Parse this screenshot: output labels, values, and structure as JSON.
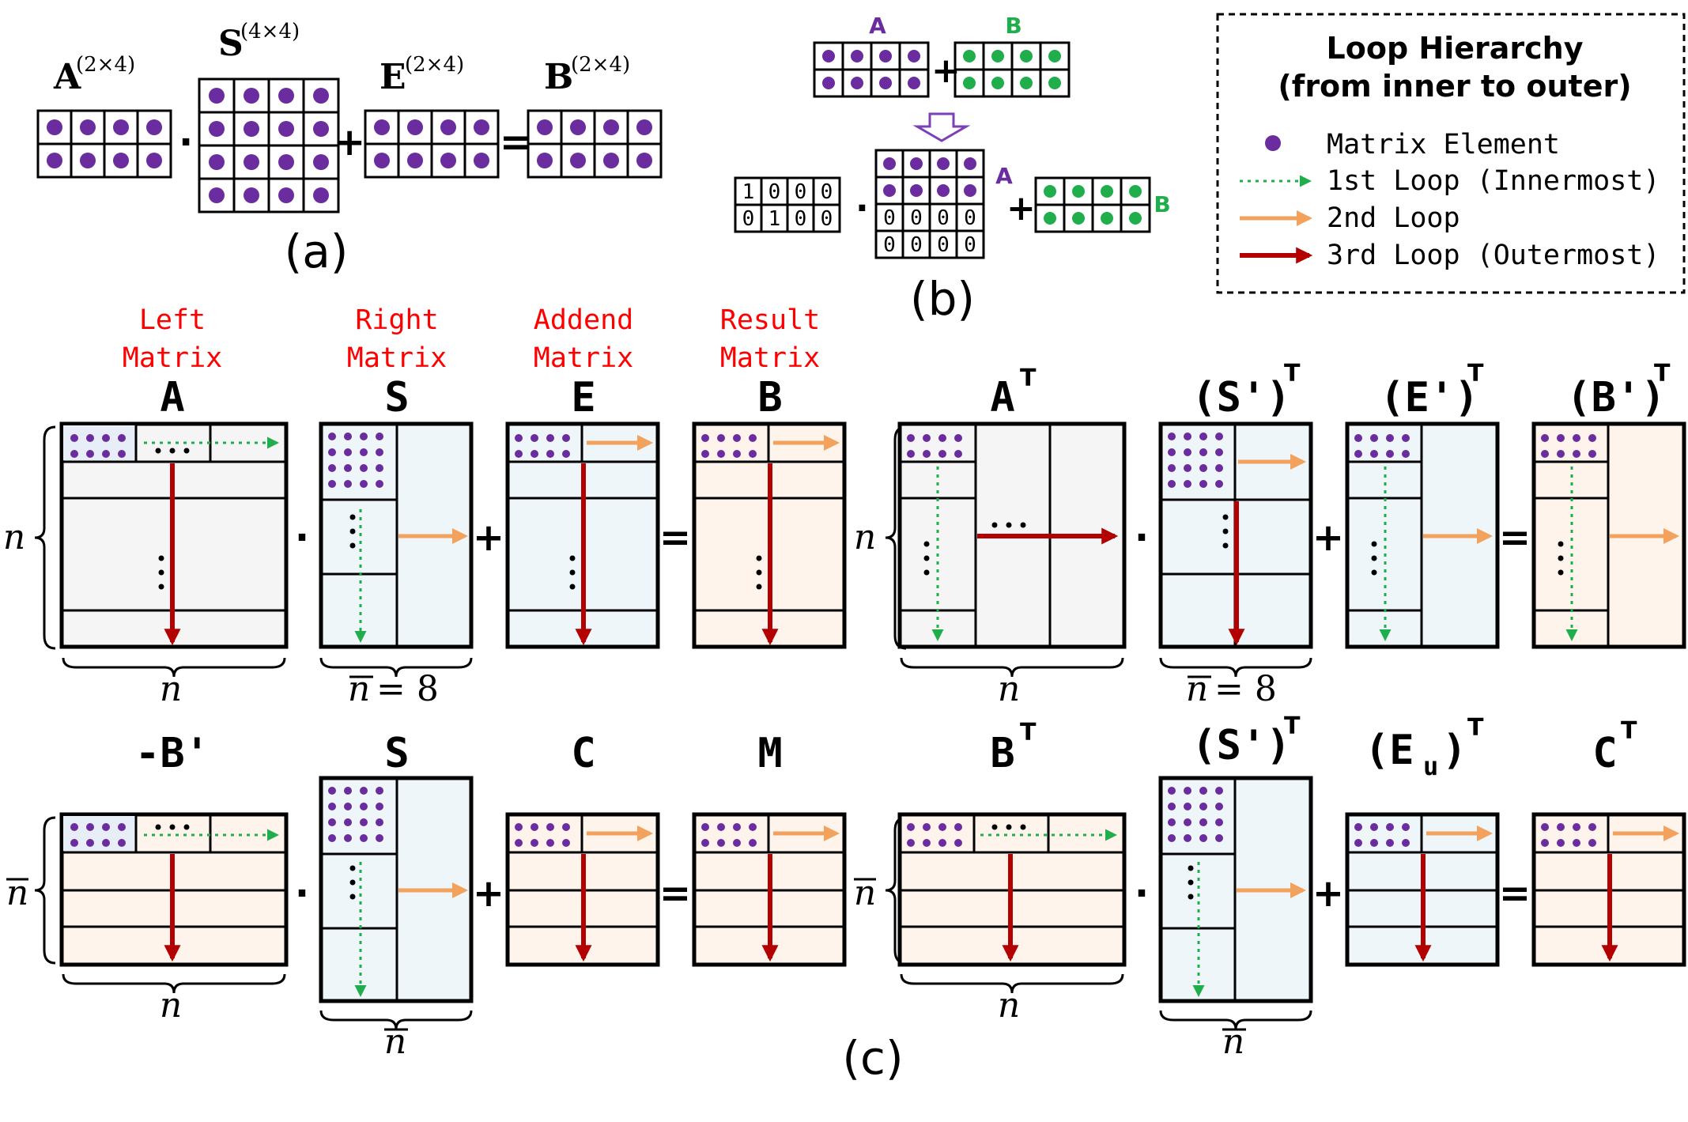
{
  "panel_a": {
    "label": "(a)",
    "A": "A",
    "A_dim": "(2×4)",
    "S": "S",
    "S_dim": "(4×4)",
    "E": "E",
    "E_dim": "(2×4)",
    "B": "B",
    "B_dim": "(2×4)",
    "dot": "·",
    "plus": "+",
    "equals": "="
  },
  "panel_b": {
    "label": "(b)",
    "A": "A",
    "B": "B",
    "selector_rows": [
      [
        "1",
        "0",
        "0",
        "0"
      ],
      [
        "0",
        "1",
        "0",
        "0"
      ]
    ],
    "zero_rows": [
      [
        "0",
        "0",
        "0",
        "0"
      ],
      [
        "0",
        "0",
        "0",
        "0"
      ]
    ],
    "plus": "+",
    "dot": "·"
  },
  "legend": {
    "title_line1": "Loop Hierarchy",
    "title_line2": "(from inner to outer)",
    "items": [
      {
        "label": "Matrix Element",
        "kind": "dot",
        "color": "#6a2c9e"
      },
      {
        "label": "1st Loop (Innermost)",
        "kind": "dotted-arrow",
        "color": "#1fae4b"
      },
      {
        "label": "2nd Loop",
        "kind": "arrow",
        "color": "#f2a25c"
      },
      {
        "label": "3rd Loop (Outermost)",
        "kind": "arrow",
        "color": "#b30000"
      }
    ]
  },
  "panel_c": {
    "label": "(c)",
    "roles": {
      "left": "Left\nMatrix",
      "right": "Right\nMatrix",
      "addend": "Addend\nMatrix",
      "result": "Result\nMatrix"
    },
    "row1_left": {
      "A": "A",
      "S": "S",
      "E": "E",
      "B": "B"
    },
    "row1_right": {
      "AT": "A",
      "ST": "(S')",
      "ET": "(E')",
      "BT": "(B')",
      "T": "T"
    },
    "row2_left": {
      "negB": "-B'",
      "S": "S",
      "C": "C",
      "M": "M"
    },
    "row2_right": {
      "BT": "B",
      "ST": "(S')",
      "EuT": "(E",
      "EuSub": "u",
      "EuClose": ")",
      "CT": "C",
      "T": "T"
    },
    "dims": {
      "n": "n",
      "nbar": "n",
      "nbar8": "= 8"
    },
    "ops": {
      "dot": "·",
      "plus": "+",
      "equals": "="
    }
  },
  "colors": {
    "purple": "#6a2c9e",
    "green": "#1fae4b",
    "orange": "#f2a25c",
    "red": "#b30000",
    "role": "#ff0000",
    "grey_fill": "#f5f5f5",
    "blue_fill": "#eef6fa",
    "peach_fill": "#fff4ec"
  }
}
